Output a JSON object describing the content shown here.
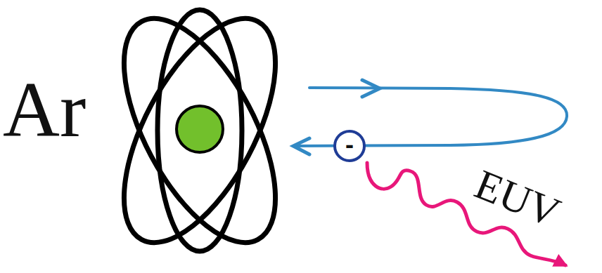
{
  "diagram": {
    "nodes": [
      {
        "text": [
          "-"
        ]
      }
    ],
    "labels": [
      "Ar",
      "EUV"
    ]
  }
}
